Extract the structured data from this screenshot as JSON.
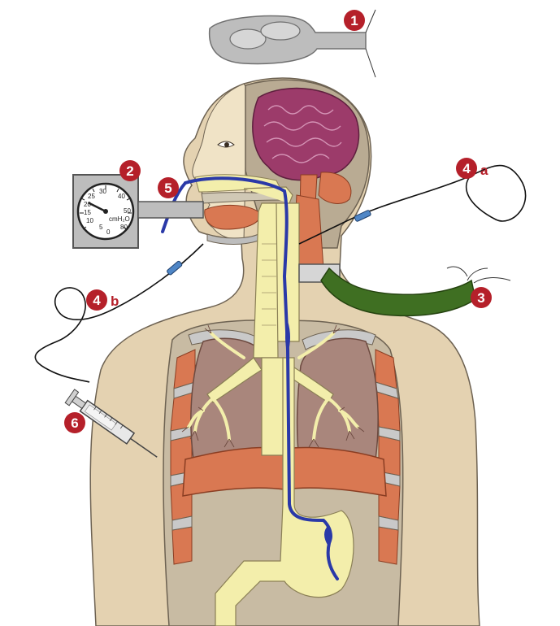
{
  "callouts": [
    {
      "number": "1",
      "letter": ""
    },
    {
      "number": "2",
      "letter": ""
    },
    {
      "number": "3",
      "letter": ""
    },
    {
      "number": "4",
      "letter": "a"
    },
    {
      "number": "4",
      "letter": "b"
    },
    {
      "number": "5",
      "letter": ""
    },
    {
      "number": "6",
      "letter": ""
    }
  ],
  "gauge": {
    "unit_label": "cmH₂O",
    "ticks": [
      "0",
      "5",
      "10",
      "15",
      "20",
      "25",
      "30",
      "40",
      "50",
      "80"
    ]
  },
  "colors": {
    "skin": "#e4d2b1",
    "body_cavity": "#c8bba3",
    "airway": "#f3eeab",
    "muscle": "#d97852",
    "lung": "#a9867c",
    "brain": "#9c3b6a",
    "catheter_blue": "#2a39a8",
    "oxygen_tube": "#3f6f22",
    "callout_red": "#b5202a"
  }
}
